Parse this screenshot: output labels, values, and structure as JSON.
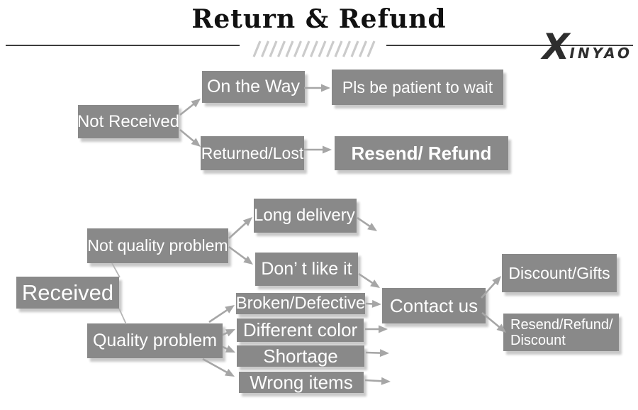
{
  "header": {
    "title": "Return & Refund",
    "brand_initial": "X",
    "brand_rest": "INYAO"
  },
  "colors": {
    "box_fill": "#898989",
    "box_text": "#ffffff",
    "arrow": "#a6a6a6",
    "connector_line": "#b5b5b5",
    "shadow": "#c9c9c9",
    "rule": "#3c3c3c",
    "hatch": "#cbcbcb",
    "title_text": "#111111"
  },
  "flowchart": {
    "nodes": {
      "not_received": "Not Received",
      "on_the_way": "On the Way",
      "pls_wait": "Pls be patient to wait",
      "returned_lost": "Returned/Lost",
      "resend_refund": "Resend/ Refund",
      "received": "Received",
      "not_quality_problem": "Not quality problem",
      "long_delivery": "Long delivery",
      "dont_like_it": "Don’ t like it",
      "quality_problem": "Quality problem",
      "broken_defective": "Broken/Defective",
      "different_color": "Different color",
      "shortage": "Shortage",
      "wrong_items": "Wrong items",
      "contact_us": "Contact us",
      "discount_gifts": "Discount/Gifts",
      "resend_refund_discount": {
        "line1": "Resend/Refund/",
        "line2": "Discount"
      }
    },
    "edges": [
      {
        "from": "not_received",
        "to": "on_the_way"
      },
      {
        "from": "not_received",
        "to": "returned_lost"
      },
      {
        "from": "on_the_way",
        "to": "pls_wait"
      },
      {
        "from": "returned_lost",
        "to": "resend_refund"
      },
      {
        "from": "received",
        "to": "not_quality_problem"
      },
      {
        "from": "received",
        "to": "quality_problem"
      },
      {
        "from": "not_quality_problem",
        "to": "long_delivery"
      },
      {
        "from": "not_quality_problem",
        "to": "dont_like_it"
      },
      {
        "from": "long_delivery",
        "to": "contact_us"
      },
      {
        "from": "dont_like_it",
        "to": "contact_us"
      },
      {
        "from": "quality_problem",
        "to": "broken_defective"
      },
      {
        "from": "quality_problem",
        "to": "different_color"
      },
      {
        "from": "quality_problem",
        "to": "shortage"
      },
      {
        "from": "quality_problem",
        "to": "wrong_items"
      },
      {
        "from": "broken_defective",
        "to": "contact_us"
      },
      {
        "from": "different_color",
        "to": "contact_us"
      },
      {
        "from": "shortage",
        "to": "contact_us"
      },
      {
        "from": "wrong_items",
        "to": "contact_us"
      },
      {
        "from": "contact_us",
        "to": "discount_gifts"
      },
      {
        "from": "contact_us",
        "to": "resend_refund_discount"
      }
    ]
  }
}
